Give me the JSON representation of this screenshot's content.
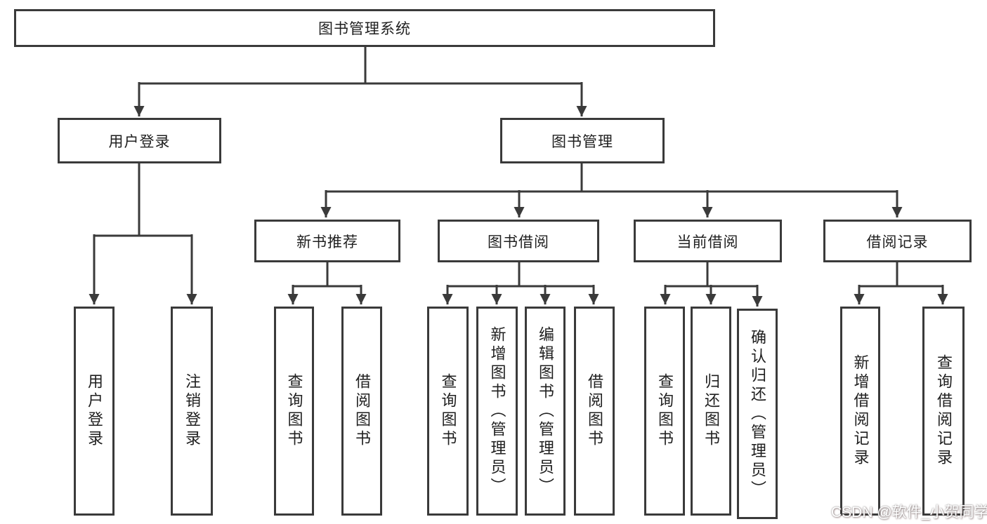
{
  "root": {
    "label": "图书管理系统"
  },
  "branches": {
    "user_login": {
      "label": "用户登录",
      "children": [
        "用户登录",
        "注销登录"
      ]
    },
    "book_management": {
      "label": "图书管理",
      "sections": [
        {
          "label": "新书推荐",
          "children": [
            "查询图书",
            "借阅图书"
          ]
        },
        {
          "label": "图书借阅",
          "children": [
            "查询图书",
            "新增图书（管理员）",
            "编辑图书（管理员）",
            "借阅图书"
          ]
        },
        {
          "label": "当前借阅",
          "children": [
            "查询图书",
            "归还图书",
            "确认归还（管理员）"
          ]
        },
        {
          "label": "借阅记录",
          "children": [
            "新增借阅记录",
            "查询借阅记录"
          ]
        }
      ]
    }
  },
  "watermark": {
    "text": "CSDN @软件_小贺同学"
  },
  "colors": {
    "line": "#3a3a3a",
    "text": "#1f1f1f",
    "background": "#ffffff",
    "watermark_text": "#ffffff"
  }
}
